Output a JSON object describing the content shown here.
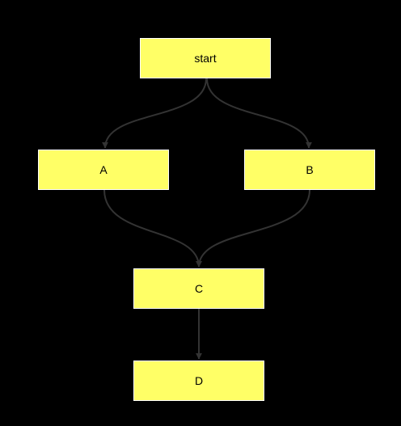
{
  "nodes": {
    "start": {
      "label": "start"
    },
    "a": {
      "label": "A"
    },
    "b": {
      "label": "B"
    },
    "c": {
      "label": "C"
    },
    "d": {
      "label": "D"
    }
  },
  "edges": [
    {
      "from": "start",
      "to": "A"
    },
    {
      "from": "start",
      "to": "B"
    },
    {
      "from": "A",
      "to": "C"
    },
    {
      "from": "B",
      "to": "C"
    },
    {
      "from": "C",
      "to": "D"
    }
  ],
  "colors": {
    "background": "#000000",
    "node_fill": "#ffff66",
    "node_border": "#ffffff",
    "edge": "#333333",
    "text": "#000000"
  }
}
